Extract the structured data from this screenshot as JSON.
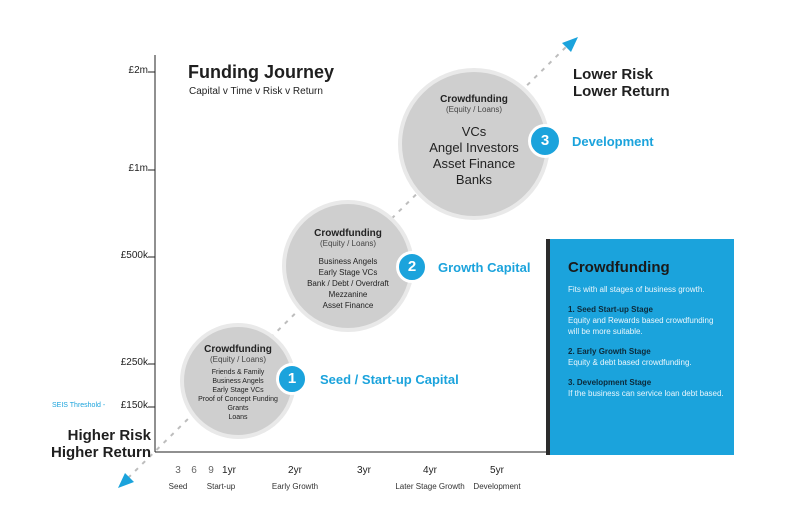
{
  "title": "Funding Journey",
  "subtitle": "Capital v Time v Risk v Return",
  "corners": {
    "top_right": [
      "Lower Risk",
      "Lower Return"
    ],
    "bottom_left": [
      "Higher Risk",
      "Higher Return"
    ]
  },
  "y_axis": {
    "ticks": [
      "£2m",
      "£1m",
      "£500k",
      "£250k",
      "£150k"
    ],
    "threshold_label": "SEIS Threshold -"
  },
  "x_axis": {
    "ticks": [
      "3",
      "6",
      "9",
      "1yr",
      "2yr",
      "3yr",
      "4yr",
      "5yr"
    ],
    "stages": [
      "Seed",
      "Start-up",
      "Early Growth",
      "Later Stage Growth",
      "Development"
    ]
  },
  "stages": [
    {
      "number": "1",
      "label": "Seed / Start-up Capital",
      "heading": "Crowdfunding",
      "sub": "(Equity / Loans)",
      "sources": [
        "Friends & Family",
        "Business Angels",
        "Early Stage VCs",
        "Proof of Concept Funding",
        "Grants",
        "Loans"
      ]
    },
    {
      "number": "2",
      "label": "Growth Capital",
      "heading": "Crowdfunding",
      "sub": "(Equity / Loans)",
      "sources": [
        "Business Angels",
        "Early Stage VCs",
        "Bank / Debt / Overdraft",
        "Mezzanine",
        "Asset Finance"
      ]
    },
    {
      "number": "3",
      "label": "Development",
      "heading": "Crowdfunding",
      "sub": "(Equity / Loans)",
      "sources": [
        "VCs",
        "Angel Investors",
        "Asset Finance",
        "Banks"
      ]
    }
  ],
  "panel": {
    "title": "Crowdfunding",
    "intro": "Fits with all stages of business growth.",
    "items": [
      {
        "heading": "1. Seed Start-up Stage",
        "body": "Equity and Rewards based crowdfunding will be more suitable."
      },
      {
        "heading": "2. Early Growth Stage",
        "body": "Equity & debt based crowdfunding."
      },
      {
        "heading": "3. Development Stage",
        "body": "If the business can service loan debt based."
      }
    ]
  },
  "colors": {
    "accent": "#1ba3dc",
    "circle": "#cfcfcf",
    "circle_border": "#e9e9e9",
    "axis": "#222222",
    "dashes": "#bdbdbd"
  }
}
